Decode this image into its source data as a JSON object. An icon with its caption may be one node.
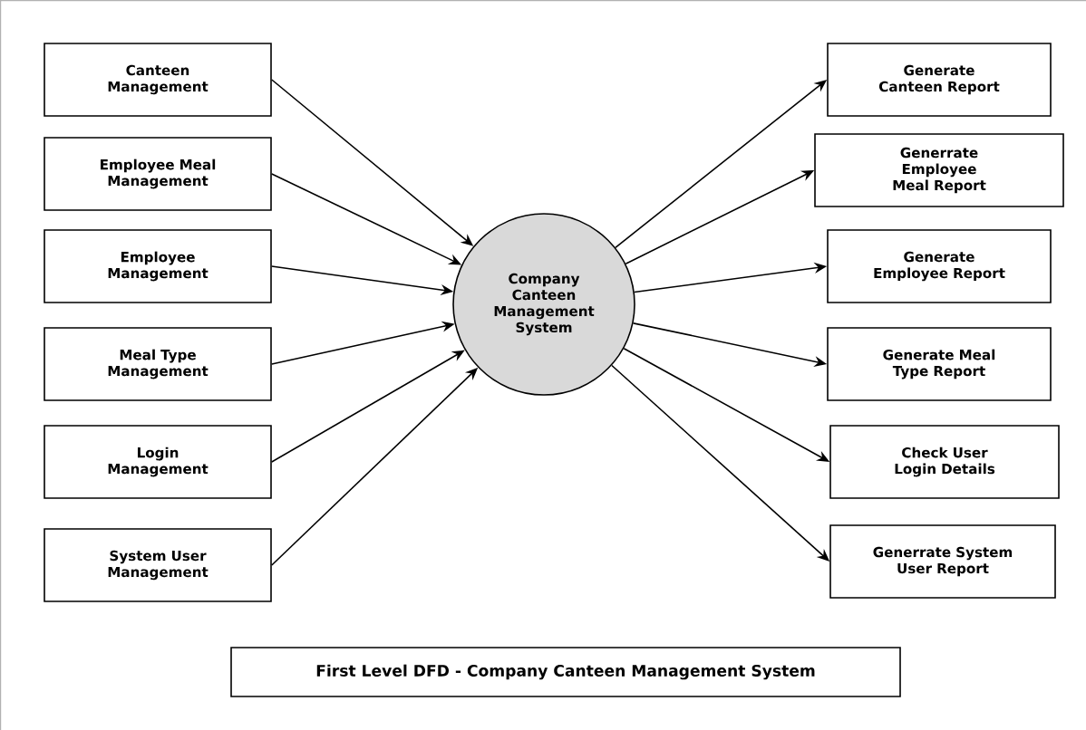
{
  "diagram": {
    "title": "First Level DFD - Company Canteen Management System",
    "nodes": [
      {
        "text": [
          "Canteen Management"
        ]
      },
      {
        "text": [
          "Employee Meal Management"
        ]
      },
      {
        "text": [
          "Employee Management"
        ]
      },
      {
        "text": [
          "Meal Type Management"
        ]
      },
      {
        "text": [
          "Login Management"
        ]
      },
      {
        "text": [
          "System User Management"
        ]
      },
      {
        "text": [
          "Company Canteen Management System"
        ]
      },
      {
        "text": [
          "Generate Canteen Report"
        ]
      },
      {
        "text": [
          "Generrate Employee Meal Report"
        ]
      },
      {
        "text": [
          "Generate Employee Report"
        ]
      },
      {
        "text": [
          "Generate Meal Type Report"
        ]
      },
      {
        "text": [
          "Check User Login Details"
        ]
      },
      {
        "text": [
          "Generrate System User Report"
        ]
      }
    ],
    "edges": [
      {
        "from": 0,
        "to": 6,
        "arrow": "to"
      },
      {
        "from": 1,
        "to": 6,
        "arrow": "to"
      },
      {
        "from": 2,
        "to": 6,
        "arrow": "to"
      },
      {
        "from": 3,
        "to": 6,
        "arrow": "to"
      },
      {
        "from": 4,
        "to": 6,
        "arrow": "to"
      },
      {
        "from": 5,
        "to": 6,
        "arrow": "to"
      },
      {
        "from": 6,
        "to": 7,
        "arrow": "to"
      },
      {
        "from": 6,
        "to": 8,
        "arrow": "to"
      },
      {
        "from": 6,
        "to": 9,
        "arrow": "to"
      },
      {
        "from": 6,
        "to": 10,
        "arrow": "to"
      },
      {
        "from": 6,
        "to": 11,
        "arrow": "to"
      },
      {
        "from": 6,
        "to": 12,
        "arrow": "to"
      }
    ]
  }
}
